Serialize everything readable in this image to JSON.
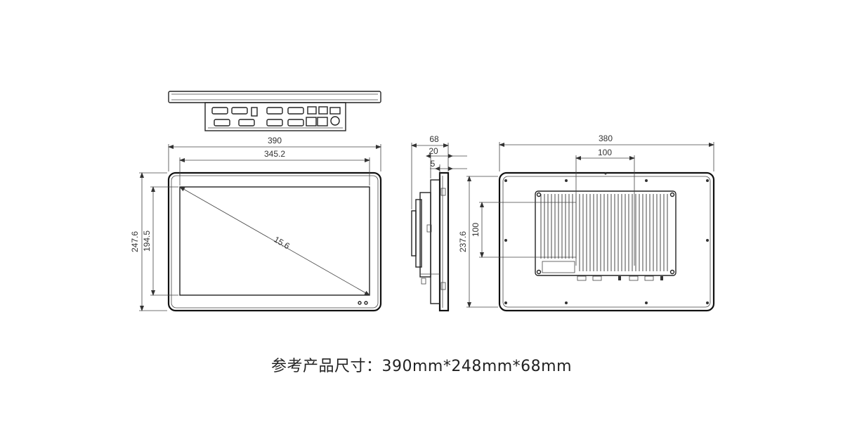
{
  "caption": "参考产品尺寸：390mm*248mm*68mm",
  "front_view": {
    "width": "390",
    "display_width": "345.2",
    "height": "247.6",
    "display_height": "194.5",
    "diagonal": "15.6"
  },
  "side_view": {
    "depth": "68",
    "bezel": "20",
    "panel": "5"
  },
  "rear_view": {
    "width": "380",
    "vesa_h": "100",
    "height": "237.6",
    "vesa_v": "100"
  }
}
